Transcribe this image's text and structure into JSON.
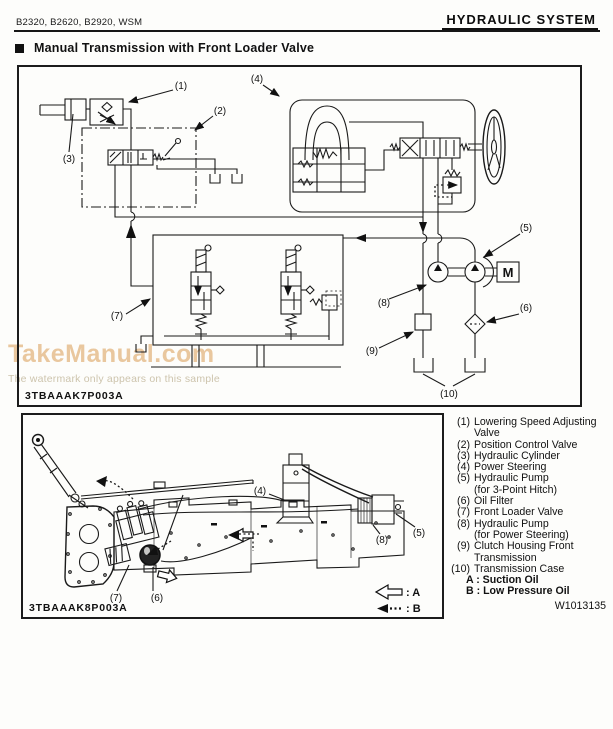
{
  "header": {
    "left": "B2320, B2620, B2920, WSM",
    "right": "HYDRAULIC  SYSTEM"
  },
  "title": {
    "text": "Manual Transmission with Front Loader Valve"
  },
  "watermark": {
    "brand": "TakeManual.com",
    "note": "The watermark only appears on this sample",
    "brand_color": "#e9c79e",
    "note_color": "#cdc4ad"
  },
  "top_figure": {
    "code": "3TBAAAK7P003A",
    "motor_label": "M",
    "callouts": {
      "c1": "(1)",
      "c2": "(2)",
      "c3": "(3)",
      "c4": "(4)",
      "c5": "(5)",
      "c6": "(6)",
      "c7": "(7)",
      "c8": "(8)",
      "c9": "(9)",
      "c10": "(10)"
    }
  },
  "bottom_figure": {
    "code": "3TBAAAK8P003A",
    "callouts": {
      "c4": "(4)",
      "c5": "(5)",
      "c6": "(6)",
      "c7": "(7)",
      "c8": "(8)"
    },
    "flow_a_label": ": A",
    "flow_b_label": ": B"
  },
  "legend": {
    "items": [
      {
        "num": "(1)",
        "lines": [
          "Lowering Speed Adjusting",
          "Valve"
        ]
      },
      {
        "num": "(2)",
        "lines": [
          "Position Control Valve"
        ]
      },
      {
        "num": "(3)",
        "lines": [
          "Hydraulic Cylinder"
        ]
      },
      {
        "num": "(4)",
        "lines": [
          "Power Steering"
        ]
      },
      {
        "num": "(5)",
        "lines": [
          "Hydraulic Pump",
          "(for 3-Point Hitch)"
        ]
      },
      {
        "num": "(6)",
        "lines": [
          "Oil Filter"
        ]
      },
      {
        "num": "(7)",
        "lines": [
          "Front Loader Valve"
        ]
      },
      {
        "num": "(8)",
        "lines": [
          "Hydraulic Pump",
          "(for Power Steering)"
        ]
      },
      {
        "num": "(9)",
        "lines": [
          "Clutch Housing Front",
          "Transmission"
        ]
      },
      {
        "num": "(10)",
        "lines": [
          "Transmission Case"
        ]
      }
    ],
    "flows": [
      "A : Suction Oil",
      "B : Low Pressure Oil"
    ],
    "ref": "W1013135"
  }
}
